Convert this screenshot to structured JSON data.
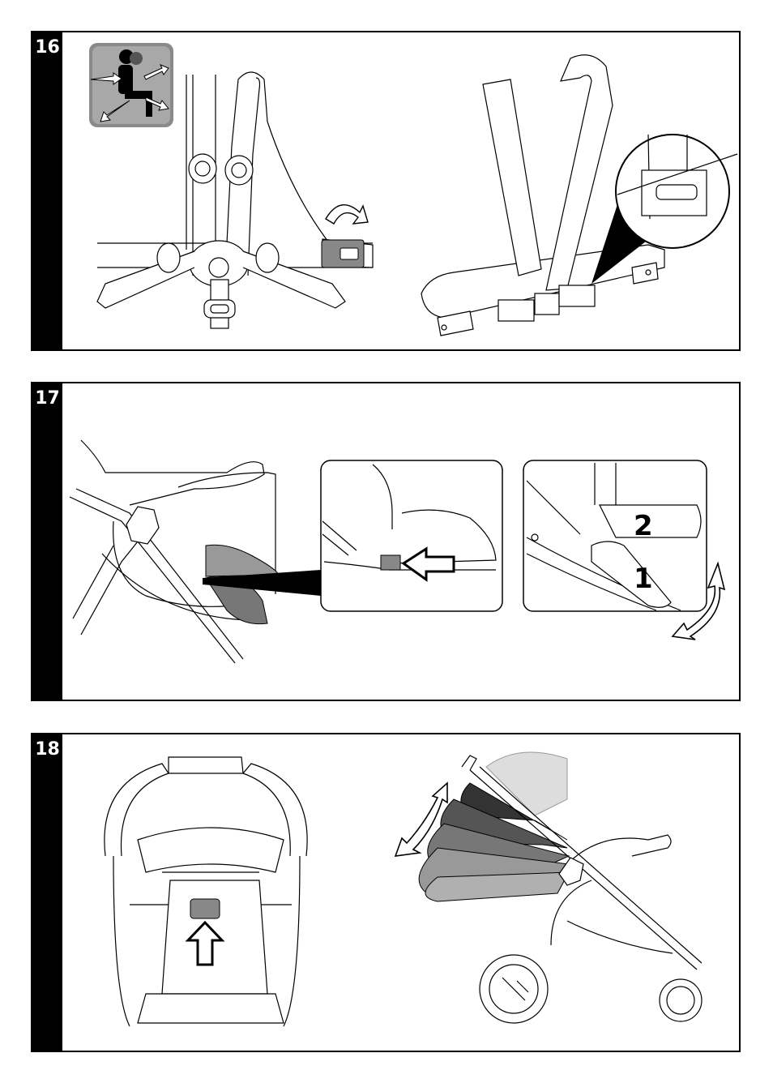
{
  "panels": [
    {
      "step": "16"
    },
    {
      "step": "17",
      "callouts": [
        "2",
        "1"
      ]
    },
    {
      "step": "18"
    }
  ]
}
